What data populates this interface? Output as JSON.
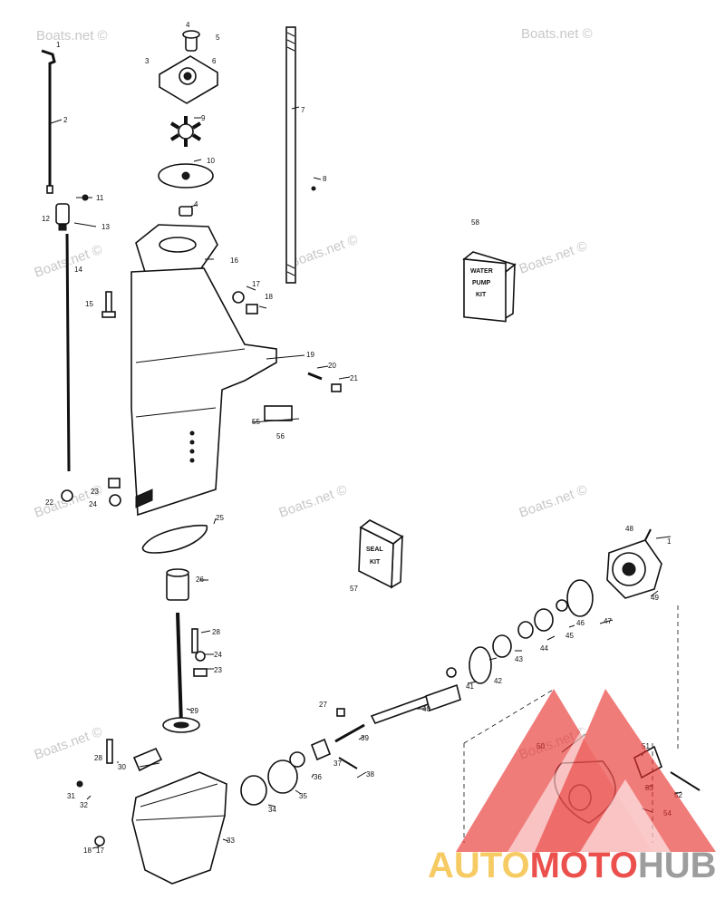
{
  "watermark": "Boats.net ©",
  "callouts": {
    "n1": "1",
    "n2": "2",
    "n3": "3",
    "n4": "4",
    "n5": "5",
    "n6": "6",
    "n7": "7",
    "n8": "8",
    "n9": "9",
    "n10": "10",
    "n11": "11",
    "n12": "12",
    "n13": "13",
    "n14": "14",
    "n15": "15",
    "n16": "16",
    "n17": "17",
    "n18": "18",
    "n19": "19",
    "n20": "20",
    "n21": "21",
    "n22": "22",
    "n23": "23",
    "n24": "24",
    "n25": "25",
    "n26": "26",
    "n27": "27",
    "n28": "28",
    "n29": "29",
    "n30": "30",
    "n31": "31",
    "n32": "32",
    "n33": "33",
    "n34": "34",
    "n35": "35",
    "n36": "36",
    "n37": "37",
    "n38": "38",
    "n39": "39",
    "n40": "40",
    "n41": "41",
    "n42": "42",
    "n43": "43",
    "n44": "44",
    "n45": "45",
    "n46": "46",
    "n47": "47",
    "n48": "48",
    "n49": "49",
    "n50": "50",
    "n51": "51",
    "n52": "52",
    "n53": "53",
    "n54": "54",
    "n55": "55",
    "n56": "56",
    "n57": "57",
    "n58": "58"
  },
  "water_pump_kit": {
    "line1": "WATER",
    "line2": "PUMP",
    "line3": "KIT"
  },
  "seal_kit": {
    "line1": "SEAL",
    "line2": "KIT"
  },
  "logo": {
    "part1": "AUTO",
    "part2": "MOTO",
    "part3": "HUB"
  },
  "colors": {
    "logo_red": "#e8322f",
    "logo_yellow": "#f5c34a",
    "logo_gray": "#8c8c8c",
    "watermark": "#c8c8c8"
  }
}
